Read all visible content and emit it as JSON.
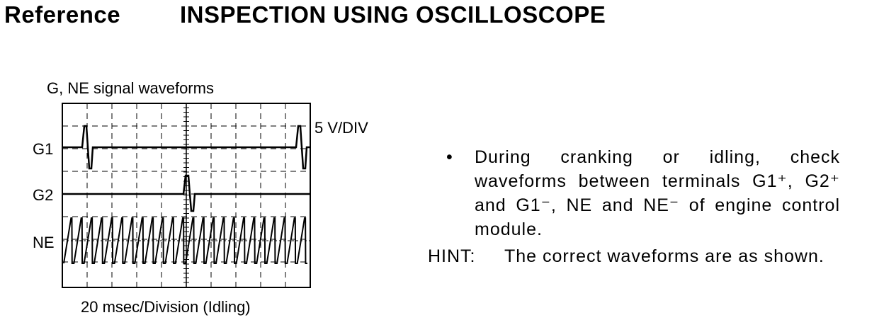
{
  "header": {
    "reference": "Reference",
    "title": "INSPECTION USING OSCILLOSCOPE"
  },
  "figure": {
    "caption": "G, NE signal waveforms",
    "labels": {
      "g1": "G1",
      "g2": "G2",
      "ne": "NE"
    },
    "voltage_scale": "5 V/DIV",
    "time_scale": "20 msec/Division (Idling)"
  },
  "body": {
    "bullet_symbol": "•",
    "bullet_text": "During cranking or idling, check waveforms between terminals G1⁺, G2⁺ and G1⁻, NE and NE⁻ of engine control module.",
    "hint_label": "HINT:",
    "hint_text": "The correct waveforms are as shown."
  }
}
